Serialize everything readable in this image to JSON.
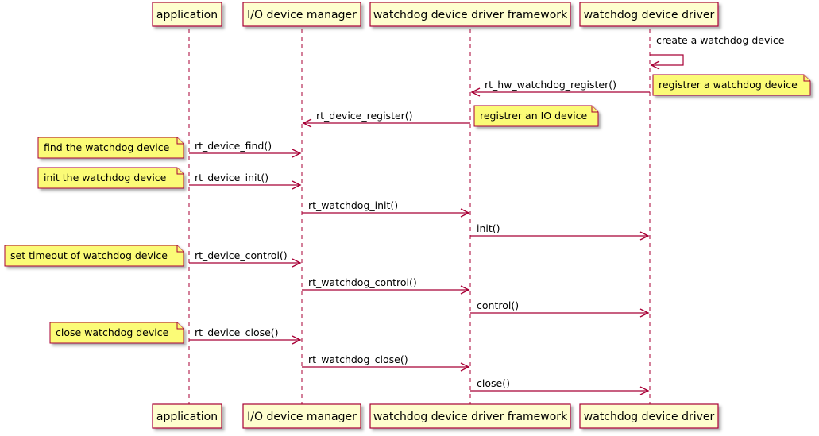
{
  "diagram": {
    "participants": [
      "application",
      "I/O device manager",
      "watchdog device driver framework",
      "watchdog device driver"
    ],
    "messages": [
      {
        "label": "create a watchdog device"
      },
      {
        "label": "rt_hw_watchdog_register()"
      },
      {
        "label": "rt_device_register()"
      },
      {
        "label": "rt_device_find()"
      },
      {
        "label": "rt_device_init()"
      },
      {
        "label": "rt_watchdog_init()"
      },
      {
        "label": "init()"
      },
      {
        "label": "rt_device_control()"
      },
      {
        "label": "rt_watchdog_control()"
      },
      {
        "label": "control()"
      },
      {
        "label": "rt_device_close()"
      },
      {
        "label": "rt_watchdog_close()"
      },
      {
        "label": "close()"
      }
    ],
    "notes": [
      {
        "text": "registrer a watchdog device"
      },
      {
        "text": "registrer an IO device"
      },
      {
        "text": "find the watchdog device"
      },
      {
        "text": "init the watchdog device"
      },
      {
        "text": "set timeout of watchdog device"
      },
      {
        "text": "close watchdog device"
      }
    ]
  },
  "colors": {
    "arrow": "#a80036",
    "participant_fill": "#fefece",
    "participant_border": "#a80036",
    "note_fill": "#fbfb77",
    "note_border": "#a80036"
  }
}
